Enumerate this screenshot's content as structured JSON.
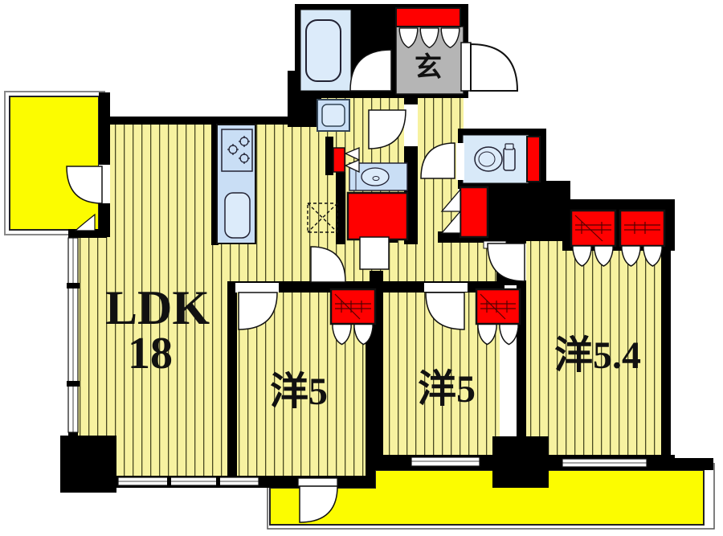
{
  "plan": {
    "type": "floorplan",
    "rooms": {
      "ldk_label": "LDK",
      "ldk_size": "18",
      "bedroom1_label": "洋5",
      "bedroom2_label": "洋5",
      "bedroom3_label": "洋5.4",
      "entrance_label": "玄"
    },
    "colors": {
      "floor_stripe_bg": "#F7F2A0",
      "floor_stripe_line": "#4a4a22",
      "balcony_yellow": "#FCFC00",
      "closet_red": "#FF0000",
      "fixture_blue": "#C9DEF5",
      "fixture_blue_light": "#DCEBFA",
      "entrance_gray": "#B5B5B5",
      "wall_black": "#000000"
    }
  }
}
